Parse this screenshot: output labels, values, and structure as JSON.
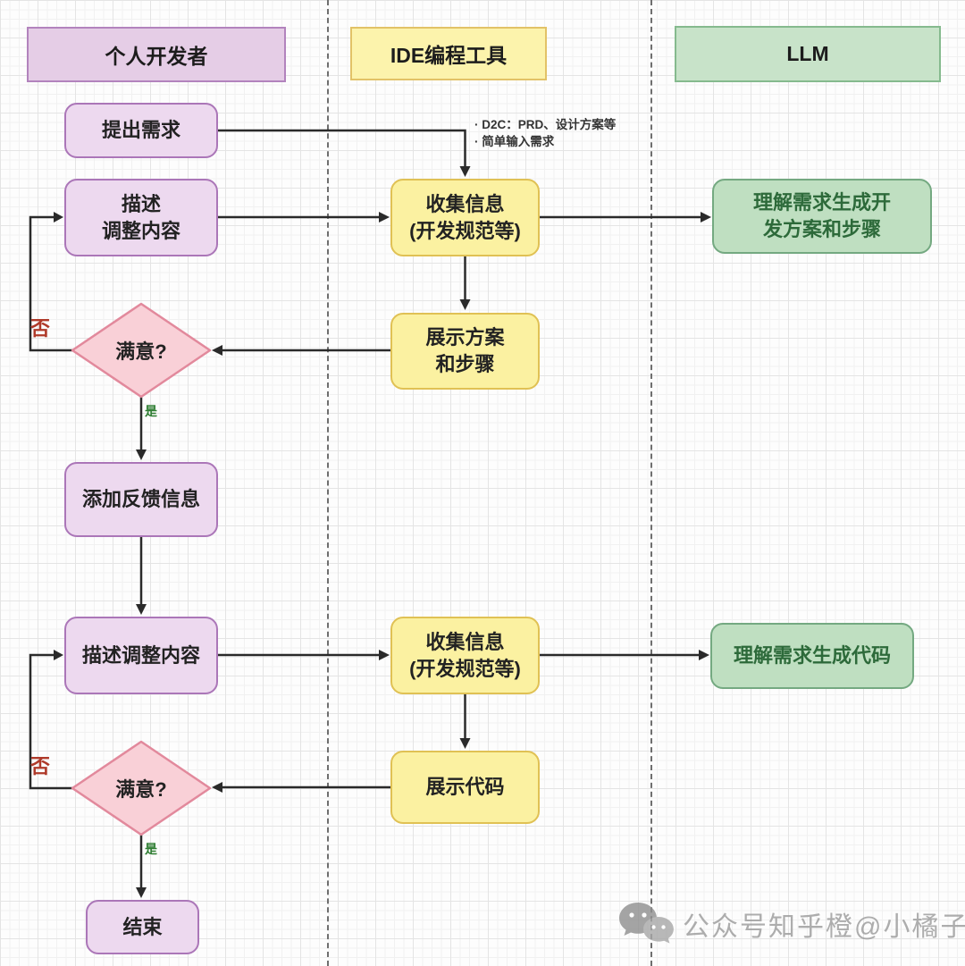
{
  "lanes": [
    {
      "label": "个人开发者"
    },
    {
      "label": "IDE编程工具"
    },
    {
      "label": "LLM"
    }
  ],
  "nodes": {
    "propose": {
      "label": "提出需求"
    },
    "describe1": {
      "label": "描述\n调整内容"
    },
    "collect1": {
      "label": "收集信息\n(开发规范等)"
    },
    "understand_plan": {
      "label": "理解需求生成开\n发方案和步骤"
    },
    "show_plan": {
      "label": "展示方案\n和步骤"
    },
    "satisfied1": {
      "label": "满意?"
    },
    "feedback": {
      "label": "添加反馈信息"
    },
    "describe2": {
      "label": "描述调整内容"
    },
    "collect2": {
      "label": "收集信息\n(开发规范等)"
    },
    "understand_code": {
      "label": "理解需求生成代码"
    },
    "show_code": {
      "label": "展示代码"
    },
    "satisfied2": {
      "label": "满意?"
    },
    "end": {
      "label": "结束"
    }
  },
  "edge_labels": {
    "no1": "否",
    "yes1": "是",
    "no2": "否",
    "yes2": "是"
  },
  "annotation": "· D2C：PRD、设计方案等\n· 简单输入需求",
  "watermark": {
    "icon": "wechat-icon",
    "text": "公众号知乎橙@小橘子"
  },
  "colors": {
    "lane_developer_fill": "#e5cde6",
    "lane_developer_border": "#b283bd",
    "lane_ide_fill": "#fcf3ac",
    "lane_ide_border": "#e2c267",
    "lane_llm_fill": "#c8e3c9",
    "lane_llm_border": "#85ba8e",
    "node_purple_fill": "#edd9ef",
    "node_purple_border": "#ab76b8",
    "node_yellow_fill": "#fbf1a1",
    "node_yellow_border": "#e0c154",
    "node_green_fill": "#bfdfc1",
    "node_green_border": "#74a981",
    "node_green_text": "#2d6a3a",
    "diamond_fill": "#f9d0d7",
    "diamond_border": "#e2899c",
    "edge_stroke": "#2a2a2a",
    "label_no": "#af3a2a",
    "label_yes": "#2e7d32",
    "watermark_gray": "#9a9a9a"
  }
}
